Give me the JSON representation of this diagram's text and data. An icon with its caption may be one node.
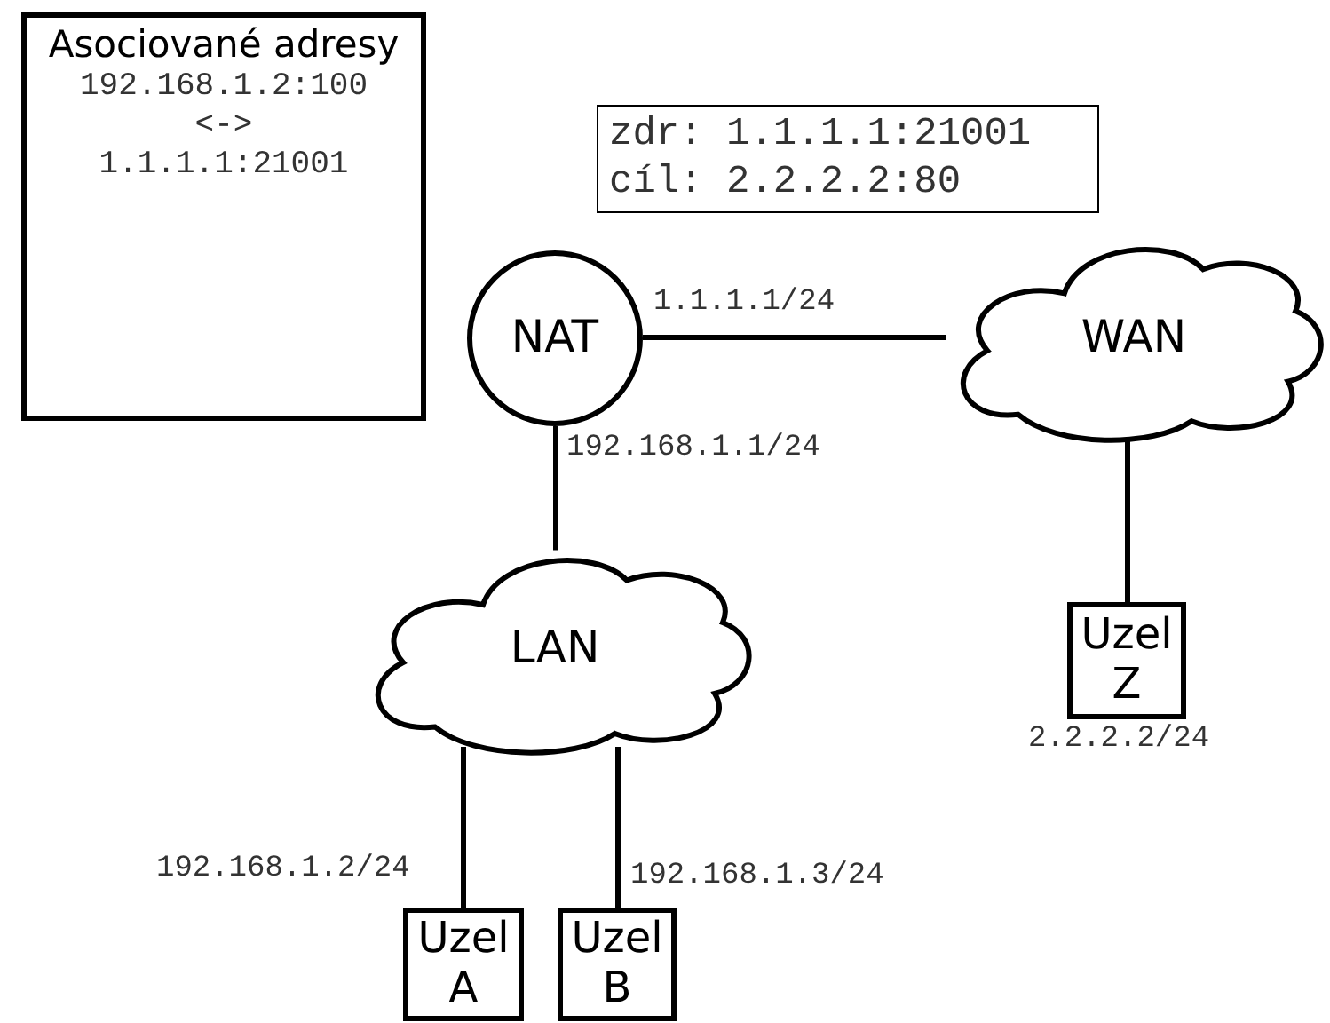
{
  "diagram": {
    "nodes": [
      {
        "text": [
          "Asociované adresy",
          "192.168.1.2:100",
          "<->",
          "1.1.1.1:21001"
        ]
      },
      {
        "text": [
          "zdr: 1.1.1.1:21001",
          "cíl: 2.2.2.2:80"
        ]
      },
      {
        "text": [
          "NAT"
        ]
      },
      {
        "text": [
          "WAN"
        ]
      },
      {
        "text": [
          "LAN"
        ]
      },
      {
        "text": [
          "Uzel Z"
        ],
        "beside": [
          "2.2.2.2/24"
        ]
      },
      {
        "text": [
          "Uzel A"
        ]
      },
      {
        "text": [
          "Uzel B"
        ]
      }
    ],
    "edges": [
      {
        "from": 2,
        "to": 3,
        "arrow": "none",
        "label": "1.1.1.1/24"
      },
      {
        "from": 2,
        "to": 4,
        "arrow": "none",
        "label": "192.168.1.1/24"
      },
      {
        "from": 3,
        "to": 5,
        "arrow": "none"
      },
      {
        "from": 4,
        "to": 6,
        "arrow": "none",
        "label": "192.168.1.2/24"
      },
      {
        "from": 4,
        "to": 7,
        "arrow": "none",
        "label": "192.168.1.3/24"
      }
    ]
  }
}
